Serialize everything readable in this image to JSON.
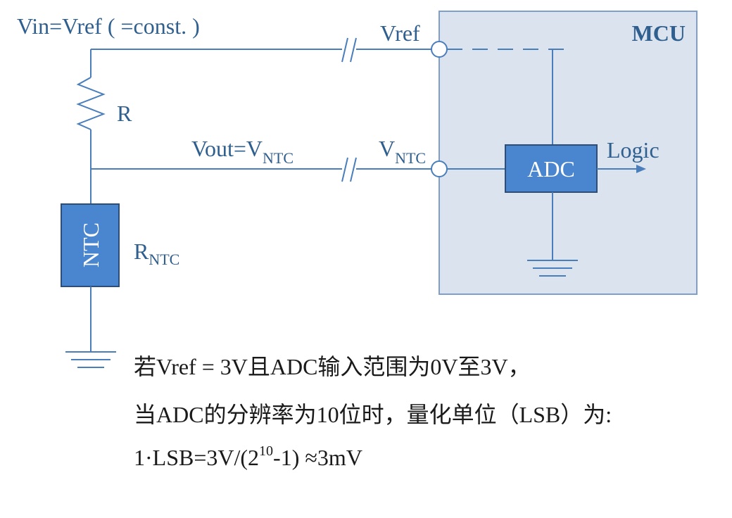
{
  "colors": {
    "wire": "#4a7ebb",
    "mcu_fill": "#dbe3ef",
    "mcu_border": "#7f9ec9",
    "block_fill": "#4a86cf",
    "block_border": "#2e4e78",
    "label_text": "#2f5f8f",
    "note_text": "#1a1a1a"
  },
  "labels": {
    "vin": "Vin=Vref ( =const. )",
    "r": "R",
    "vout_main": "Vout=V",
    "vout_sub": "NTC",
    "rntc_main": "R",
    "rntc_sub": "NTC",
    "ntc_block": "NTC",
    "mcu": "MCU",
    "vref_pin": "Vref",
    "vntc_pin_main": "V",
    "vntc_pin_sub": "NTC",
    "adc": "ADC",
    "logic": "Logic"
  },
  "notes": {
    "line1": "若Vref = 3V且ADC输入范围为0V至3V，",
    "line2": "当ADC的分辨率为10位时，量化单位（LSB）为:",
    "line3_a": "1·LSB=3V/(2",
    "line3_exp": "10",
    "line3_b": "-1) ≈3mV"
  }
}
